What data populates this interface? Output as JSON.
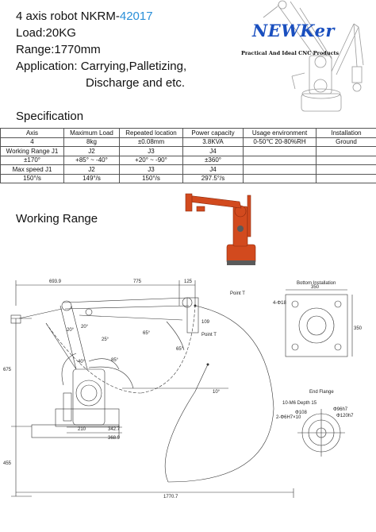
{
  "header": {
    "title_prefix": "4 axis robot NKRM-",
    "model_number": "42017",
    "load": "Load:20KG",
    "range": "Range:1770mm",
    "application_line1": "Application: Carrying,Palletizing,",
    "application_line2": "Discharge and etc."
  },
  "brand": {
    "logo": "NEWKer",
    "tagline": "Practical And Ideal CNC Products"
  },
  "specification": {
    "title": "Specification",
    "columns": [
      "Axis",
      "Maximum Load",
      "Repeated location",
      "Power capacity",
      "Usage environment",
      "Installation"
    ],
    "rows": [
      [
        "4",
        "8kg",
        "±0.08mm",
        "3.8KVA",
        "0-50℃   20-80%RH",
        "Ground"
      ],
      [
        "Working Range J1",
        "J2",
        "J3",
        "J4",
        "",
        ""
      ],
      [
        "±170°",
        "+85° ~ -40°",
        "+20° ~ -90°",
        "±360°",
        "",
        ""
      ],
      [
        "Max speed J1",
        "J2",
        "J3",
        "J4",
        "",
        ""
      ],
      [
        "150°/s",
        "149°/s",
        "150°/s",
        "297.5°/s",
        "",
        ""
      ]
    ]
  },
  "working_range": {
    "title": "Working Range",
    "dimensions": {
      "d693": "693.9",
      "d775": "775",
      "d125": "125",
      "d109": "109",
      "d675": "675",
      "d455": "455",
      "d210": "210",
      "d342": "342.7",
      "d368": "368.9",
      "d1770": "1770.7",
      "d10": "10°"
    },
    "angles": {
      "a20a": "20°",
      "a20b": "20°",
      "a25": "25°",
      "a40": "40°",
      "a85": "85°",
      "a65": "65°",
      "a65b": "65°"
    },
    "point_t": "Point T",
    "bottom_installation": {
      "label": "Bottom Installation",
      "hole_note": "4-Φ18",
      "dim_w": "350",
      "dim_h": "350"
    },
    "end_flange": {
      "label": "End Flange",
      "note1": "10-M6 Depth 15",
      "note2": "2-Φ6H7×10",
      "d108": "Φ108",
      "d96": "Φ96h7",
      "d120": "Φ120h7"
    }
  },
  "colors": {
    "accent": "#2a8fd8",
    "brand": "#1a4fbf",
    "robot_orange": "#d24a1e"
  }
}
